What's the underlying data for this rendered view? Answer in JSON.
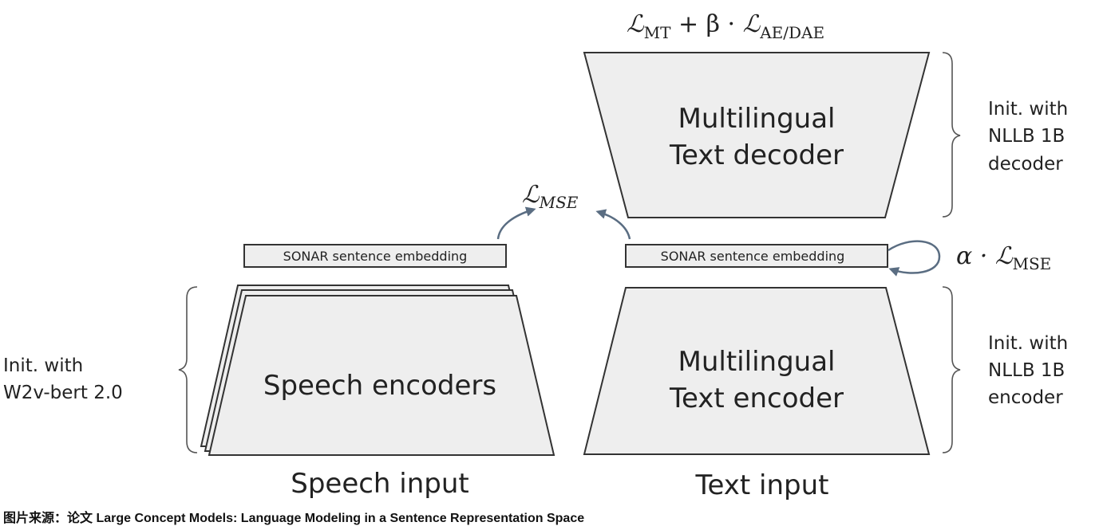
{
  "decoder": {
    "line1": "Multilingual",
    "line2": "Text decoder",
    "loss": {
      "L": "ℒ",
      "sub1": "MT",
      "mid": " + β · ",
      "L2": "ℒ",
      "sub2": "AE/DAE"
    },
    "init": [
      "Init. with",
      "NLLB 1B",
      "decoder"
    ]
  },
  "speech_side": {
    "embedding": "SONAR sentence embedding",
    "encoder": "Speech encoders",
    "input": "Speech input",
    "init": [
      "Init. with",
      "W2v-bert 2.0"
    ]
  },
  "text_side": {
    "embedding": "SONAR sentence embedding",
    "encoder_line1": "Multilingual",
    "encoder_line2": "Text encoder",
    "input": "Text input",
    "init": [
      "Init. with",
      "NLLB 1B",
      "encoder"
    ]
  },
  "mse_loss": {
    "L": "ℒ",
    "sub": "MSE"
  },
  "alpha_loss": {
    "prefix": "α · ",
    "L": "ℒ",
    "sub": "MSE"
  },
  "caption": "图片来源：论文 Large Concept Models: Language Modeling in a Sentence Representation Space",
  "colors": {
    "fill": "#eeeeee",
    "stroke": "#333333",
    "arrow": "#5a6d82"
  }
}
